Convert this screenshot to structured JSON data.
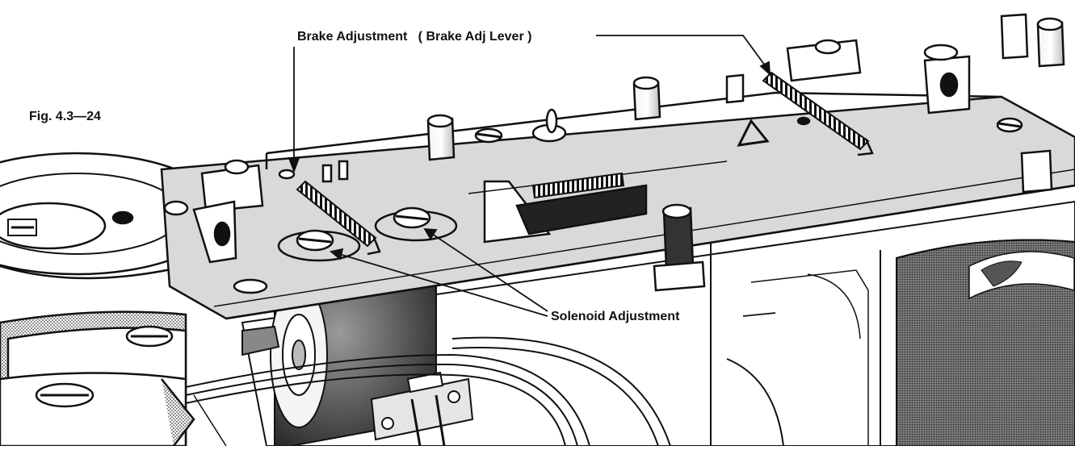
{
  "figure": {
    "number": "Fig. 4.3—24"
  },
  "callouts": {
    "brake_adjustment": "Brake Adjustment   ( Brake Adj Lever )",
    "solenoid_adjustment": "Solenoid Adjustment"
  },
  "colors": {
    "ink": "#111111",
    "paper": "#ffffff",
    "shade_light": "#d4d4d4",
    "shade_mid": "#9a9a9a",
    "shade_dark": "#262626"
  }
}
